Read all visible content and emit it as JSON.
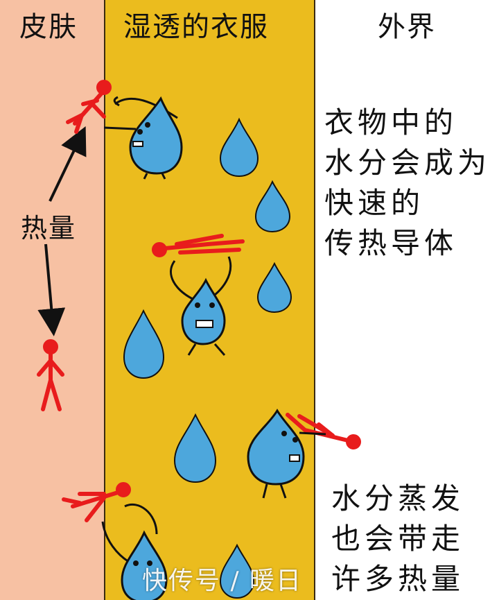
{
  "headers": {
    "skin": "皮肤",
    "wet_clothes": "湿透的衣服",
    "outside": "外界"
  },
  "heat_label": "热量",
  "note_top": {
    "lines": [
      "衣物中的",
      "水分会成为",
      "快速的",
      "传热导体"
    ]
  },
  "note_bottom": {
    "lines": [
      "水分蒸发",
      "也会带走",
      "许多热量"
    ]
  },
  "watermark": "快传号 / 暖日",
  "colors": {
    "skin": "#f7c1a3",
    "cloth": "#ebbc1e",
    "outside": "#ffffff",
    "drop": "#4da7dc",
    "heat": "#e81c1c",
    "ink": "#111111"
  },
  "icons": [
    "water-drop-character-icon",
    "water-drop-icon",
    "heat-stick-figure-icon",
    "arrow-icon"
  ]
}
